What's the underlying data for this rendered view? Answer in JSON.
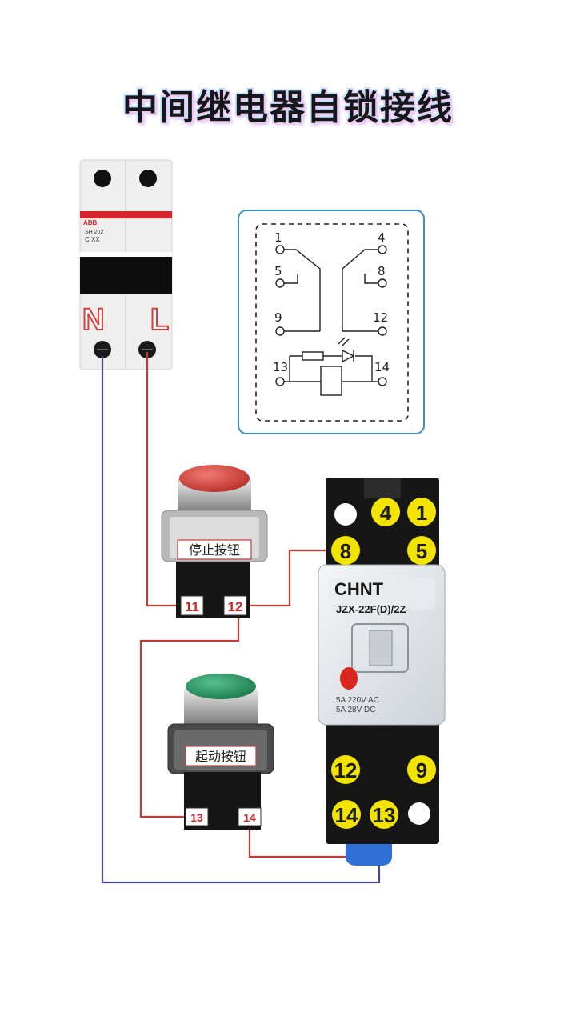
{
  "title": "中间继电器自锁接线",
  "breaker": {
    "brand_logo_text": "ABB",
    "model_text": "SH 202",
    "rating_text": "C XX",
    "left_terminal_label": "N",
    "right_terminal_label": "L"
  },
  "schematic": {
    "pins": [
      "1",
      "4",
      "5",
      "8",
      "9",
      "12",
      "13",
      "14"
    ]
  },
  "stop_button": {
    "label": "停止按钮",
    "terminal_a": "11",
    "terminal_b": "12",
    "color": "#d9473f"
  },
  "start_button": {
    "label": "起动按钮",
    "terminal_a": "13",
    "terminal_b": "14",
    "color": "#2a9a64"
  },
  "relay": {
    "brand": "CHNT",
    "model": "JZX-22F(D)/2Z",
    "spec_line1": "5A 220V AC",
    "spec_line2": "5A 28V DC",
    "top_terminals": [
      "4",
      "1",
      "8",
      "5"
    ],
    "bottom_terminals": [
      "12",
      "9",
      "14",
      "13"
    ]
  },
  "colors": {
    "wire_live": "#c23a34",
    "wire_neutral": "#4e4a86",
    "terminal_yellow": "#f2e400"
  }
}
